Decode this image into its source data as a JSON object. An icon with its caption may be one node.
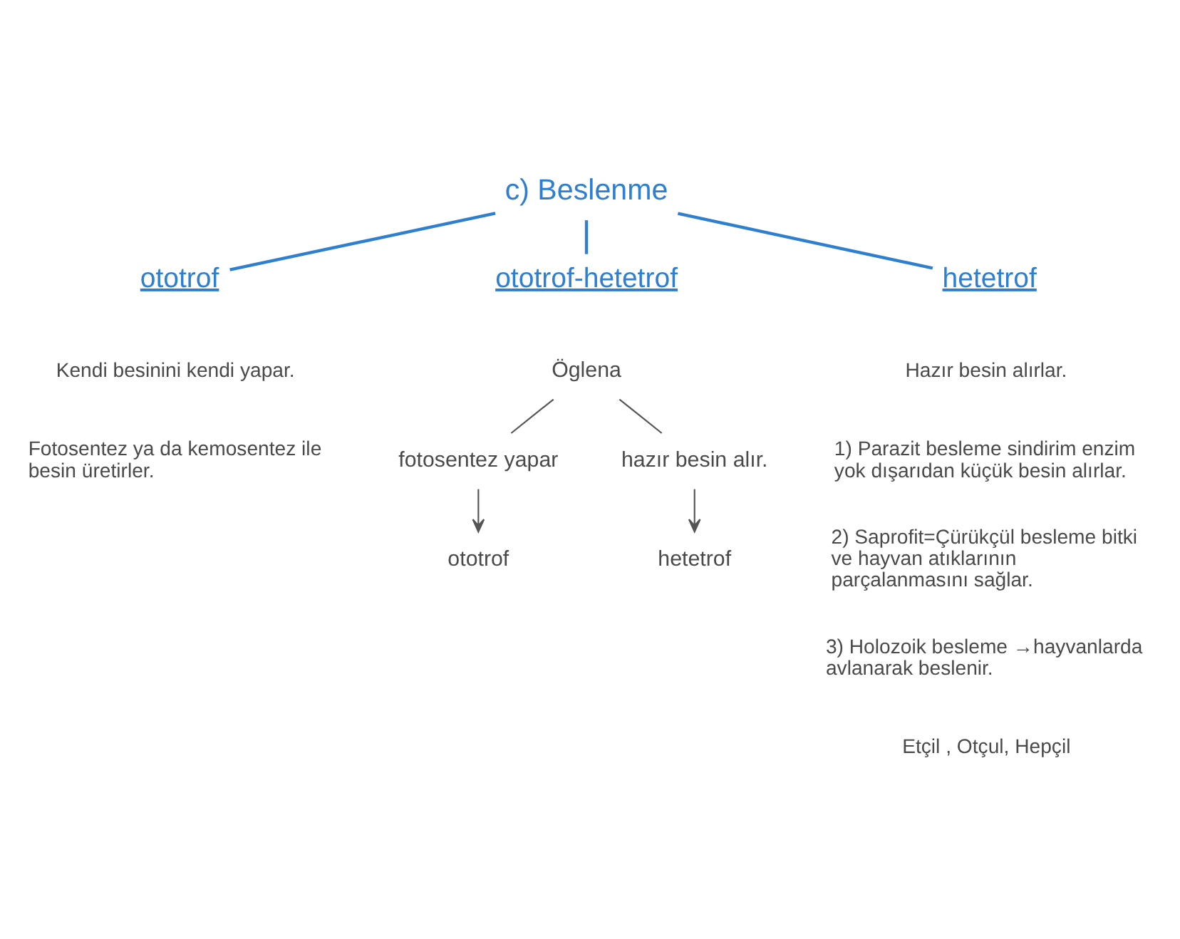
{
  "diagram": {
    "nodes": [
      {
        "text": [
          "c) Beslenme"
        ]
      },
      {
        "text": [
          "ototrof"
        ],
        "beside": [
          "Kendi besinini kendi yapar.",
          "Fotosentez ya da kemosentez ile besin üretirler."
        ]
      },
      {
        "text": [
          "ototrof-hetetrof"
        ]
      },
      {
        "text": [
          "hetetrof"
        ],
        "beside": [
          "Hazır besin alırlar.",
          "1) Parazit besleme sindirim enzim yok dışarıdan küçük besin alırlar.",
          "2) Saprofit=Çürükçül besleme bitki ve hayvan atıklarının parçalanmasını sağlar.",
          "3) Holozoik besleme →hayvanlarda avlanarak beslenir.",
          "Etçil , Otçul, Hepçil"
        ]
      },
      {
        "text": [
          "Öglena"
        ]
      },
      {
        "text": [
          "fotosentez yapar"
        ]
      },
      {
        "text": [
          "hazır besin alır."
        ]
      },
      {
        "text": [
          "ototrof"
        ]
      },
      {
        "text": [
          "hetetrof"
        ]
      }
    ],
    "edges": [
      {
        "from": 0,
        "to": 1,
        "arrow": "none",
        "color": "#2f7fd1"
      },
      {
        "from": 0,
        "to": 2,
        "arrow": "none",
        "color": "#2f7fd1"
      },
      {
        "from": 0,
        "to": 3,
        "arrow": "none",
        "color": "#2f7fd1"
      },
      {
        "from": 4,
        "to": 5,
        "arrow": "none"
      },
      {
        "from": 4,
        "to": 6,
        "arrow": "none"
      },
      {
        "from": 5,
        "to": 7,
        "arrow": "to"
      },
      {
        "from": 6,
        "to": 8,
        "arrow": "to"
      }
    ]
  }
}
